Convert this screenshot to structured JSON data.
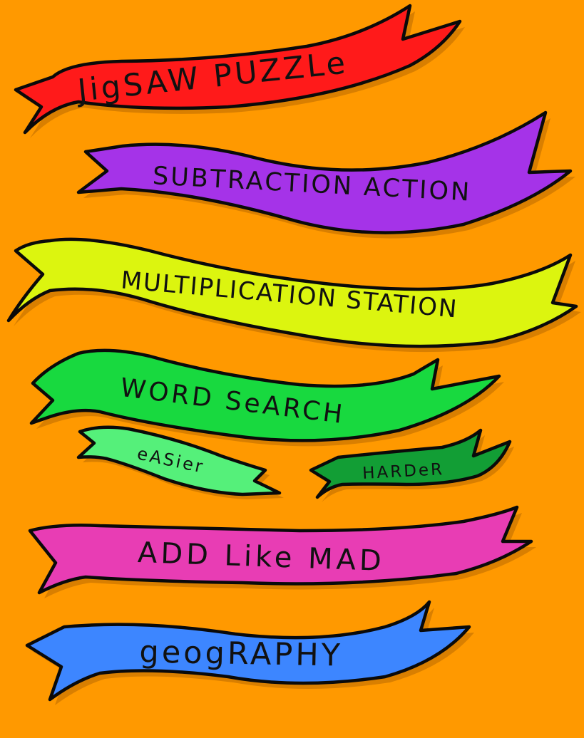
{
  "menu": {
    "background": "#ff9900",
    "items": [
      {
        "id": "jigsaw",
        "label": "JigSAW PUZZLe",
        "color": "#ff1a1a"
      },
      {
        "id": "subtraction",
        "label": "SUBTRACTION ACTION",
        "color": "#a533e8"
      },
      {
        "id": "multiplication",
        "label": "MULTIPLICATION STATION",
        "color": "#dcf50f"
      },
      {
        "id": "word-search",
        "label": "WORD SeARCH",
        "color": "#18d93f"
      },
      {
        "id": "easier",
        "label": "eASier",
        "color": "#55f07a"
      },
      {
        "id": "harder",
        "label": "HARDeR",
        "color": "#129e35"
      },
      {
        "id": "add",
        "label": "ADD Like MAD",
        "color": "#e83db4"
      },
      {
        "id": "geography",
        "label": "geogRAPHY",
        "color": "#3d86ff"
      }
    ]
  }
}
